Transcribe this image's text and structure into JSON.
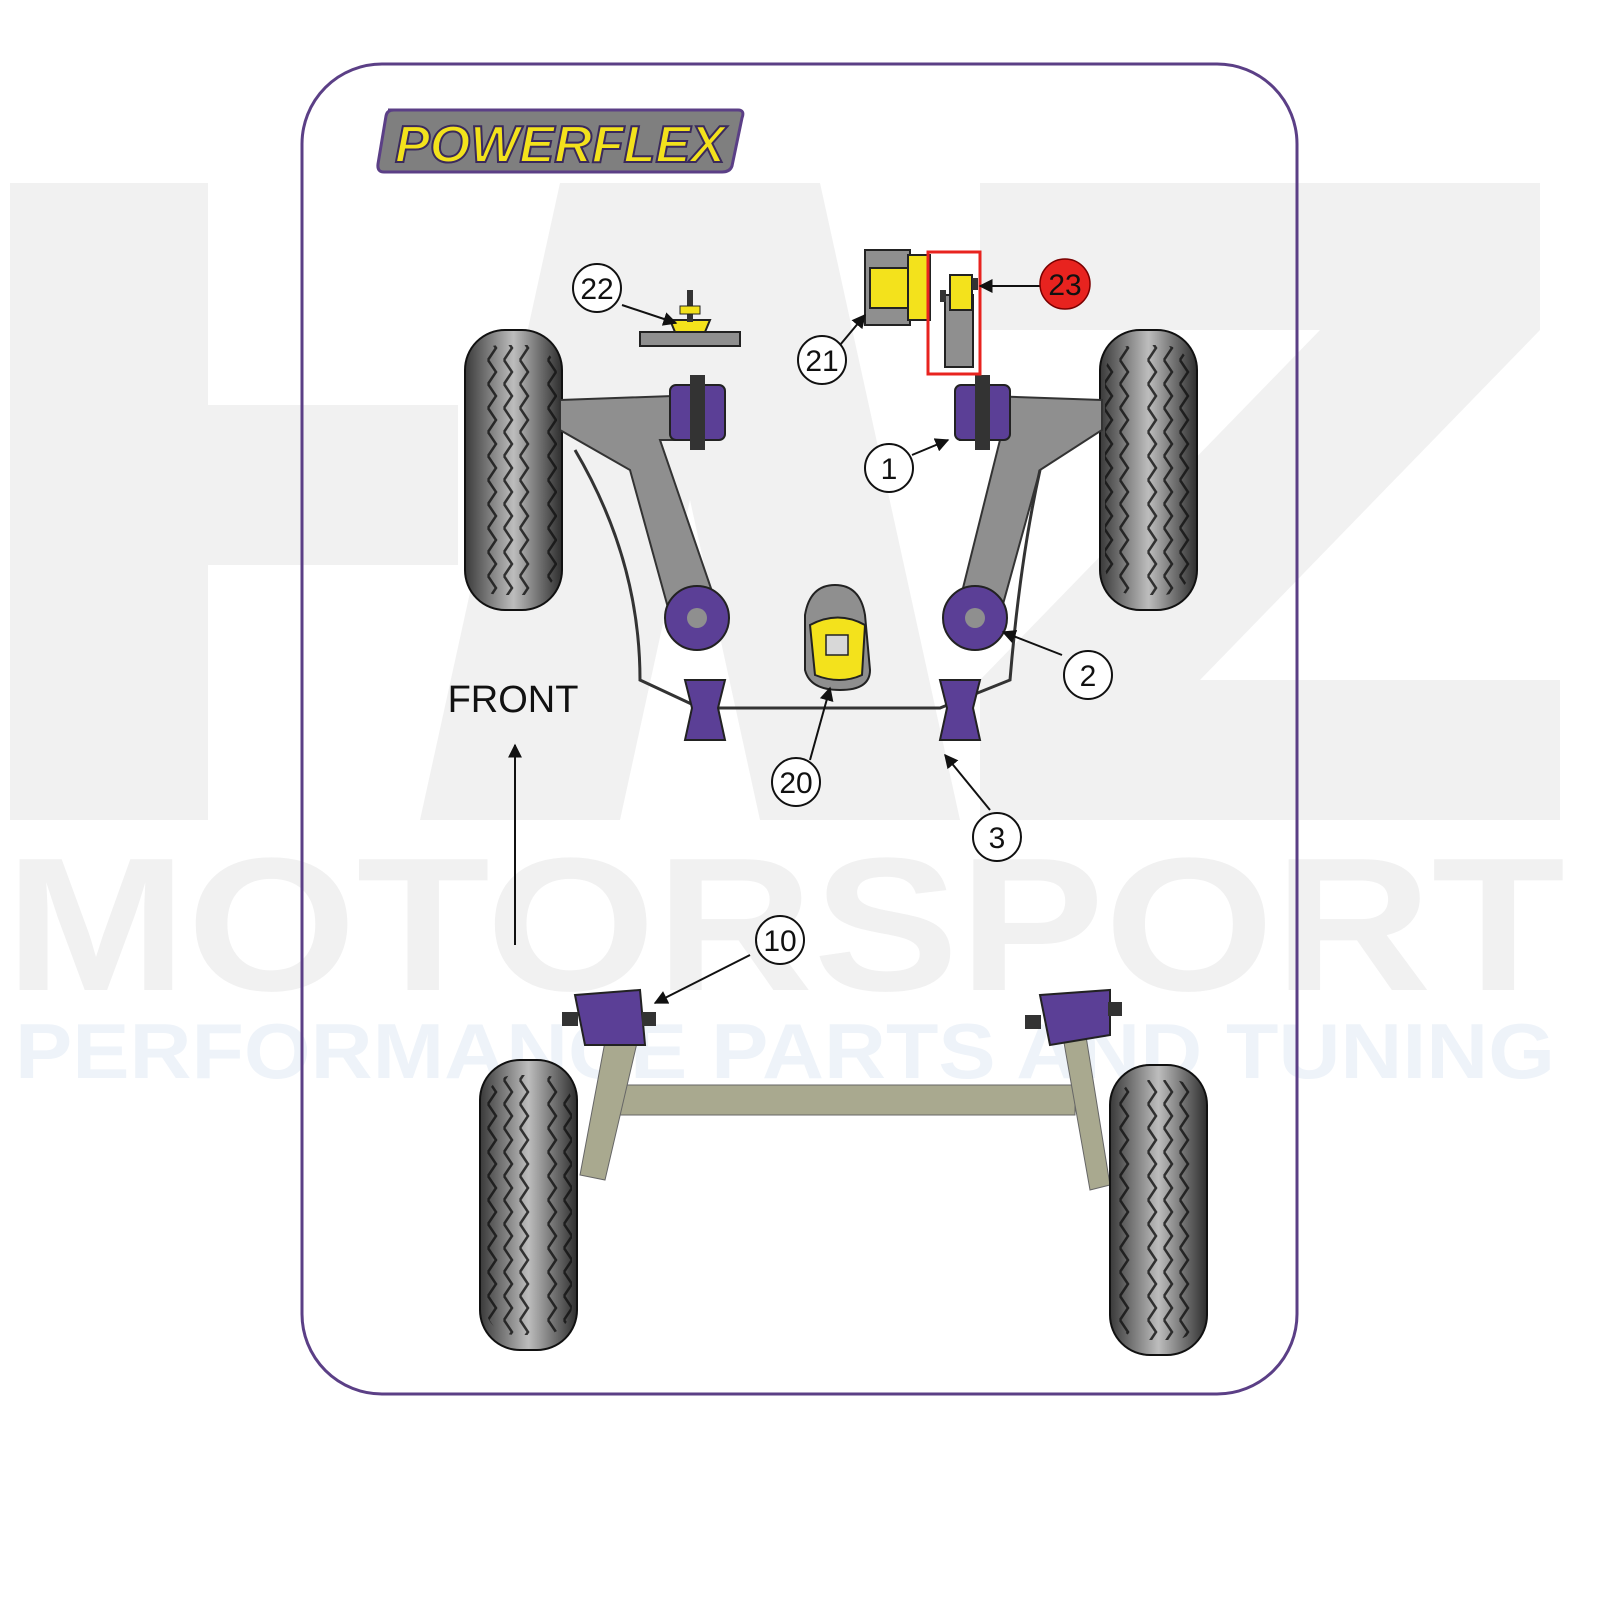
{
  "watermark": {
    "big_letters": "HAZ",
    "word": "MOTORSPORT",
    "tagline": "PERFORMANCE PARTS AND TUNING"
  },
  "brand": {
    "logo_text": "POWERFLEX",
    "logo_icon": "powerflex-logo"
  },
  "direction_label": "FRONT",
  "callouts": [
    {
      "id": "1",
      "label": "1"
    },
    {
      "id": "2",
      "label": "2"
    },
    {
      "id": "3",
      "label": "3"
    },
    {
      "id": "10",
      "label": "10"
    },
    {
      "id": "20",
      "label": "20"
    },
    {
      "id": "21",
      "label": "21"
    },
    {
      "id": "22",
      "label": "22"
    },
    {
      "id": "23",
      "label": "23",
      "highlighted": true
    }
  ],
  "colors": {
    "frame": "#5b3f86",
    "bush_purple": "#5b3f96",
    "bush_yellow": "#f3e21c",
    "arm_grey": "#8f8f8f",
    "beam_khaki": "#a9a98f",
    "tyre_dark": "#333333",
    "highlight_red": "#e8231f",
    "watermark": "#f1f1f1",
    "watermark_blue": "#eef3f9"
  }
}
